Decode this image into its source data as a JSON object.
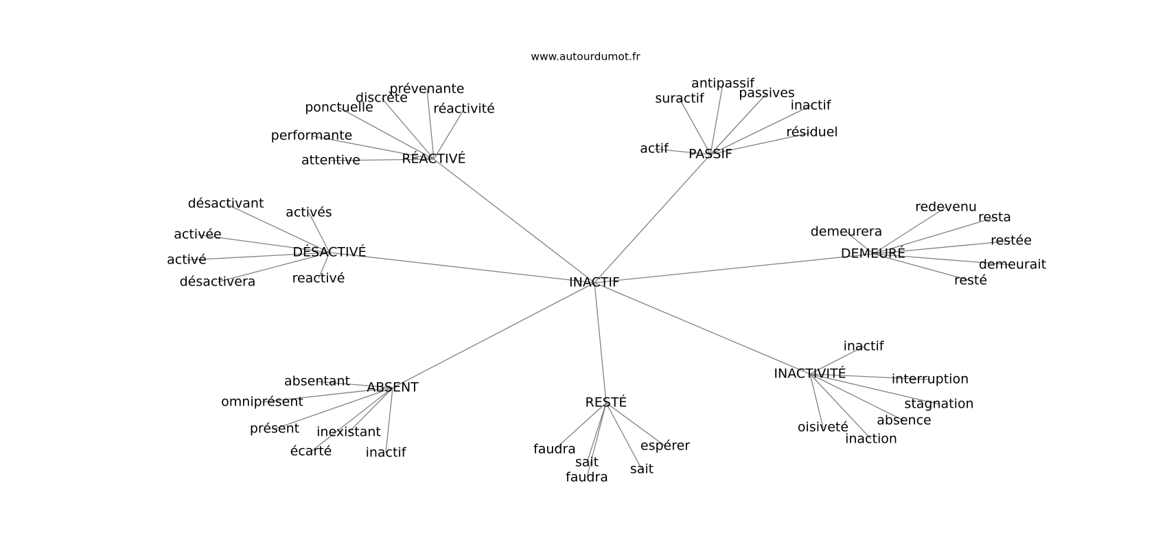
{
  "site": "www.autourdumot.fr",
  "center": "INACTIF",
  "groups": [
    {
      "label": "RÉACTIVÉ",
      "leaves": [
        "prévenante",
        "discrète",
        "ponctuelle",
        "réactivité",
        "performante",
        "attentive"
      ]
    },
    {
      "label": "PASSIF",
      "leaves": [
        "antipassif",
        "suractif",
        "passives",
        "inactif",
        "résiduel",
        "actif"
      ]
    },
    {
      "label": "DÉSACTIVÉ",
      "leaves": [
        "désactivant",
        "activés",
        "activée",
        "activé",
        "désactivera",
        "reactivé"
      ]
    },
    {
      "label": "DEMEURÉ",
      "leaves": [
        "redevenu",
        "resta",
        "demeurera",
        "restée",
        "demeurait",
        "resté"
      ]
    },
    {
      "label": "ABSENT",
      "leaves": [
        "absentant",
        "omniprésent",
        "présent",
        "inexistant",
        "écarté",
        "inactif"
      ]
    },
    {
      "label": "RESTÉ",
      "leaves": [
        "faudra",
        "espérer",
        "sait",
        "faudra",
        "sait"
      ]
    },
    {
      "label": "INACTIVITÉ",
      "leaves": [
        "inactif",
        "interruption",
        "stagnation",
        "absence",
        "oisiveté",
        "inaction"
      ]
    }
  ]
}
